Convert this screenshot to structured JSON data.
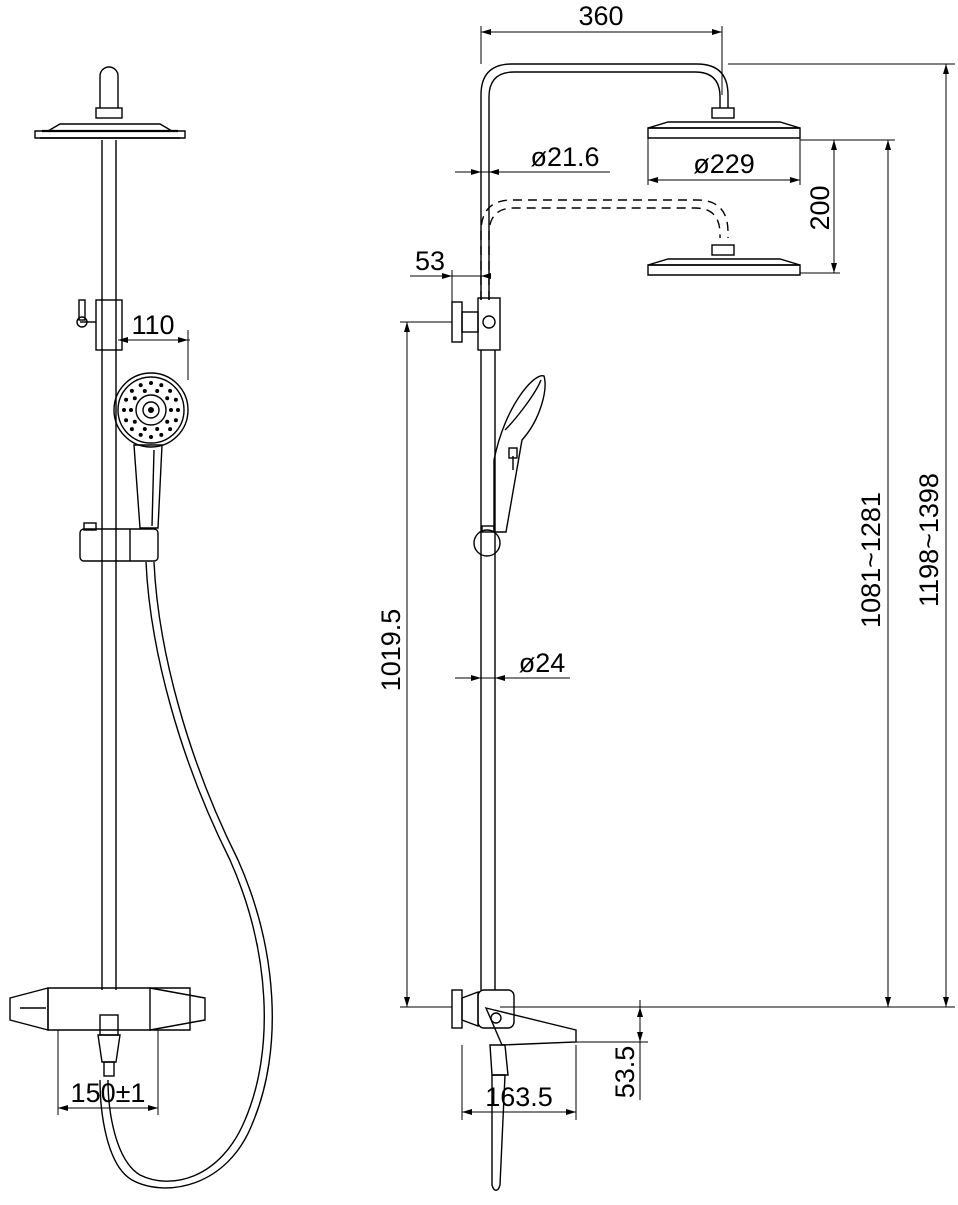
{
  "dimensions": {
    "top_width": "360",
    "arm_diameter": "ø21.6",
    "head_diameter": "ø229",
    "height_adjust": "200",
    "wall_offset": "53",
    "handshower_offset": "110",
    "rail_height": "1019.5",
    "pipe_diameter": "ø24",
    "head_height": "1081~1281",
    "total_height": "1198~1398",
    "inlet_centers": "150±1",
    "spout_length": "163.5",
    "spout_height": "53.5"
  }
}
